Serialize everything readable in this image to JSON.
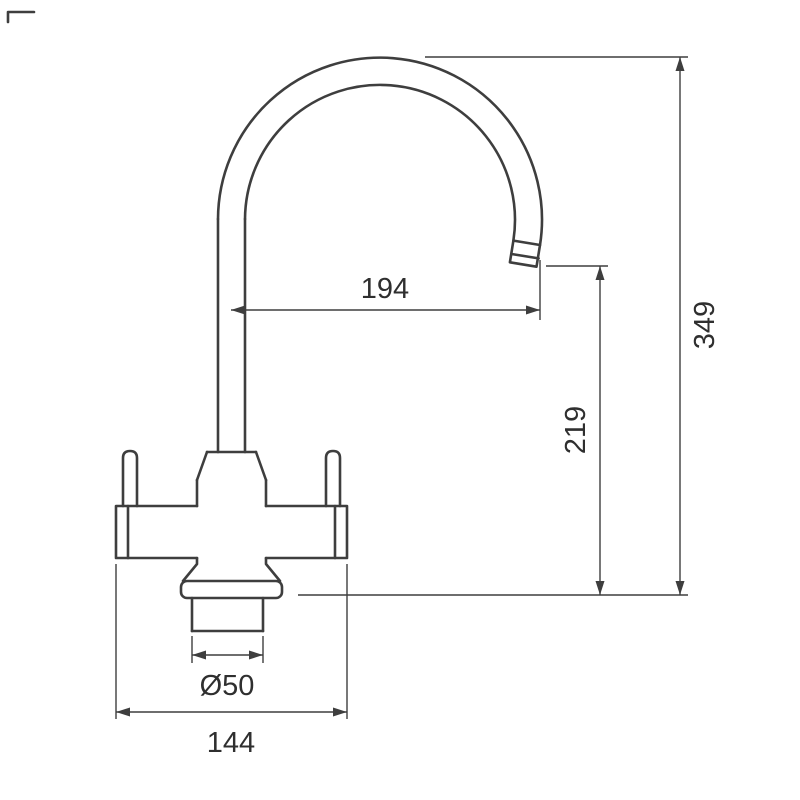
{
  "colors": {
    "line": "#3e3e3e",
    "background": "#ffffff",
    "text": "#2f2f2f"
  },
  "dimensions": {
    "spout_reach": "194",
    "spout_outlet_height": "219",
    "overall_height": "349",
    "base_diameter": "Ø50",
    "overall_width": "144"
  }
}
